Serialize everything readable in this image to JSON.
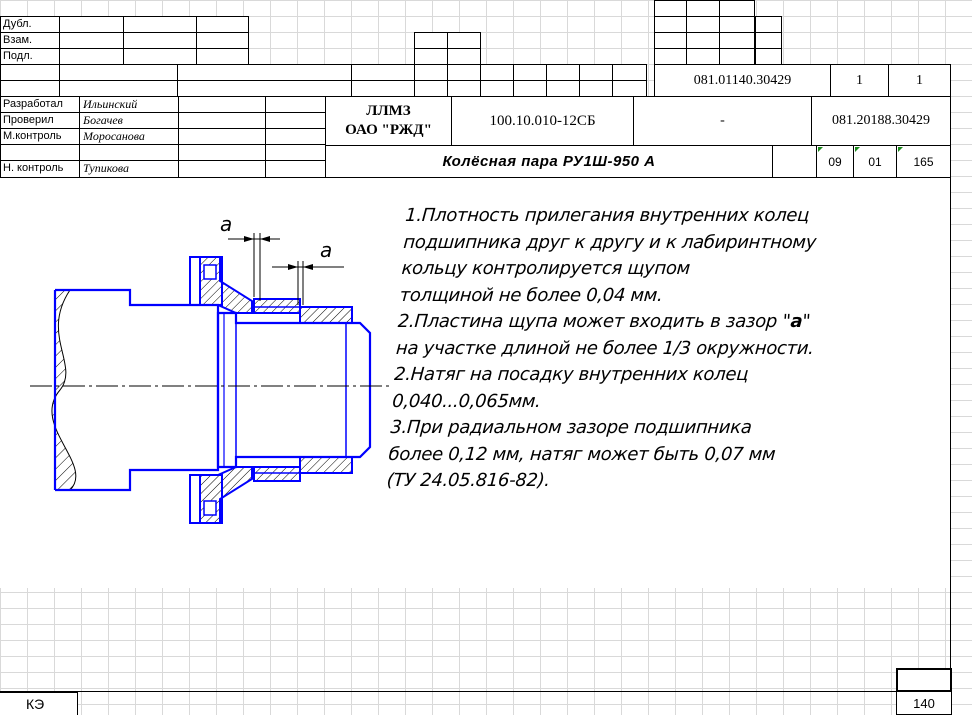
{
  "side_rows": [
    "Дубл.",
    "Взам.",
    "Подл."
  ],
  "signatures": {
    "rows": [
      {
        "role": "Разработал",
        "name": "Ильинский"
      },
      {
        "role": "Проверил",
        "name": "Богачев"
      },
      {
        "role": "М.контроль",
        "name": "Морoсанова"
      },
      {
        "role": "Н. контроль",
        "name": "Тупикова"
      }
    ]
  },
  "header": {
    "org_line1": "ЛЛМЗ",
    "org_line2": "ОАО \"РЖД\"",
    "doc_code": "100.10.010-12СБ",
    "dash": "-",
    "doc_ref_top": "081.01140.30429",
    "sheet_a": "1",
    "sheet_b": "1",
    "doc_ref_mid": "081.20188.30429",
    "title": "Колёсная пара РУ1Ш-950 А",
    "code_1": "09",
    "code_2": "01",
    "code_3": "165"
  },
  "drawing": {
    "dim_label_1": "a",
    "dim_label_2": "a",
    "line_color": "#0000ff"
  },
  "notes": [
    "1.Плотность прилегания внутренних колец",
    "подшипника друг к другу и к лабиринтному",
    "кольцу контролируется щупом",
    "толщиной не более 0,04 мм.",
    "2.Пластина щупа может входить в зазор \"",
    "на участке длиной не более 1/3 окружности.",
    "2.Натяг на посадку внутренних колец",
    "0,040...0,065мм.",
    "3.При радиальном зазоре подшипника",
    "более 0,12 мм, натяг может быть 0,07 мм",
    "(ТУ 24.05.816-82)."
  ],
  "notes_inline_a": "а",
  "notes_inline_close": "\"",
  "footer": {
    "left_label": "КЭ",
    "page_number": "140"
  }
}
